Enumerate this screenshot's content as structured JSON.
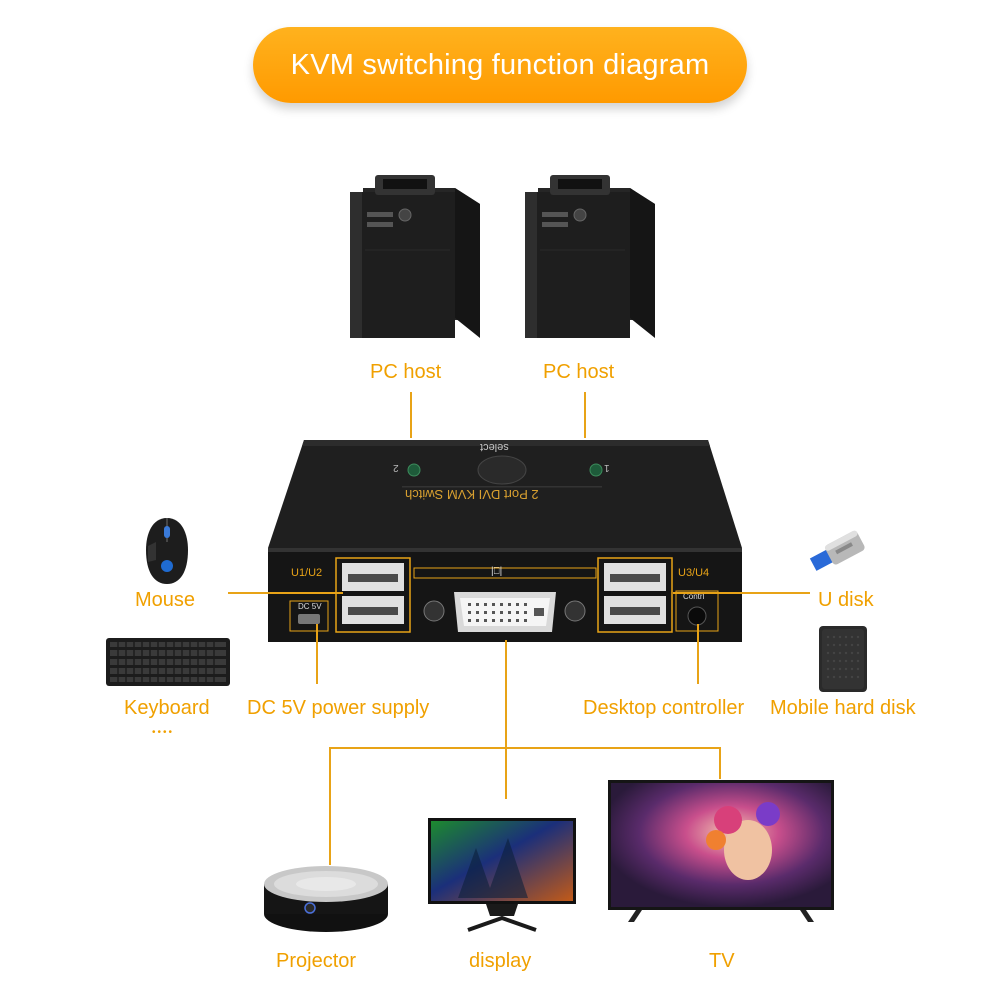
{
  "title": "KVM switching function diagram",
  "labels": {
    "pc_host_1": "PC host",
    "pc_host_2": "PC host",
    "mouse": "Mouse",
    "keyboard": "Keyboard",
    "ellipsis": "••••",
    "dc_power": "DC 5V power supply",
    "desktop_controller": "Desktop controller",
    "u_disk": "U disk",
    "mobile_hdd": "Mobile hard disk",
    "projector": "Projector",
    "display": "display",
    "tv": "TV"
  },
  "switch_device": {
    "top_text_select": "select",
    "top_text_model": "2 Port DVI KVM Switch",
    "led_1": "1",
    "led_2": "2",
    "port_u12": "U1/U2",
    "port_u34": "U3/U4",
    "dc_label": "DC 5V",
    "contrl_label": "Contrl",
    "dvi_symbol": "|⎕|"
  },
  "colors": {
    "accent": "#f0a000",
    "line": "#e8a317",
    "title_bg": "#ffa30c",
    "device": "#1c1c1c"
  }
}
